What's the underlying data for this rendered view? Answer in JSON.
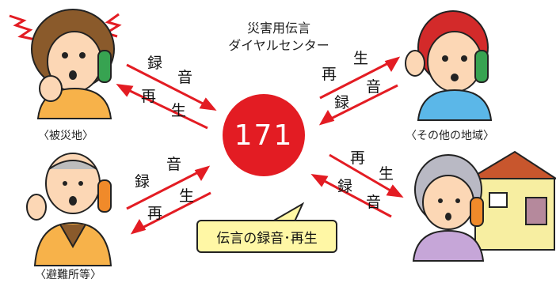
{
  "center_title_line1": "災害用伝言",
  "center_title_line2": "ダイヤルセンター",
  "hub_number": "171",
  "hub_color": "#e31c23",
  "arrow_color": "#e31c23",
  "bubble_text": "伝言の録音･再生",
  "bubble_color": "#fff7a5",
  "caption_top_left": "〈被災地〉",
  "caption_top_right": "〈その他の地域〉",
  "caption_bottom_left": "〈避難所等〉",
  "label_record": [
    "録",
    "音"
  ],
  "label_play": [
    "再",
    "生"
  ]
}
